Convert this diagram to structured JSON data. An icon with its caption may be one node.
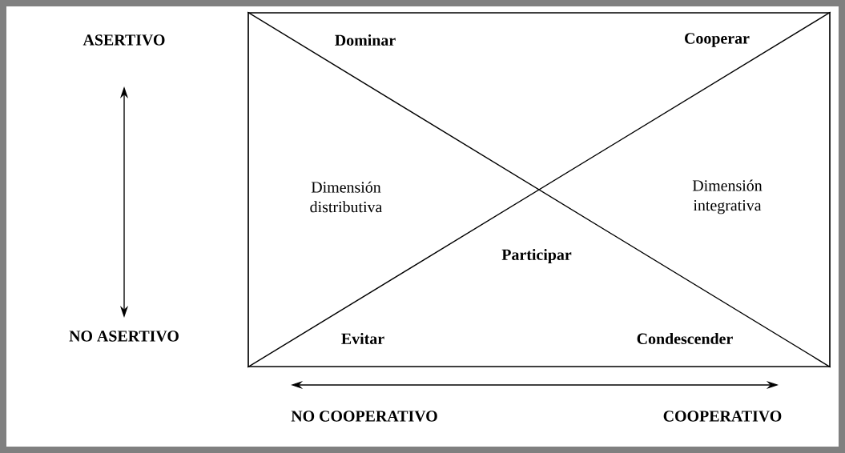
{
  "diagram": {
    "nodes": [
      {
        "text": [
          "Dominar",
          "Cooperar",
          "Dimensión distributiva",
          "Dimensión integrativa",
          "Participar",
          "Evitar",
          "Condescender"
        ]
      }
    ],
    "edges": [],
    "labels": [
      "ASERTIVO",
      "NO ASERTIVO",
      "NO COOPERATIVO",
      "COOPERATIVO"
    ]
  }
}
